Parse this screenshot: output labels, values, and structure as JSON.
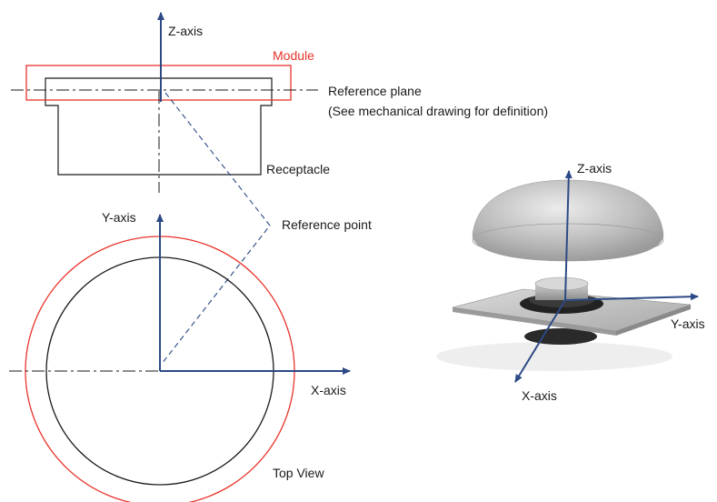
{
  "labels": {
    "module": "Module",
    "reference_plane": "Reference plane",
    "reference_plane_note": "(See mechanical drawing for definition)",
    "receptacle": "Receptacle",
    "reference_point": "Reference point",
    "top_view": "Top View",
    "side_z_axis": "Z-axis",
    "top_y_axis": "Y-axis",
    "top_x_axis": "X-axis",
    "iso_z_axis": "Z-axis",
    "iso_y_axis": "Y-axis",
    "iso_x_axis": "X-axis"
  },
  "colors": {
    "axis": "#2d4a86",
    "module_outline": "#e8332a",
    "drawing": "#1a1a1a",
    "reference_leader": "#2d4a86",
    "part_gray": "#b3b3b3"
  },
  "icons": {
    "iso_part": "module-on-receptacle-3d-render"
  }
}
